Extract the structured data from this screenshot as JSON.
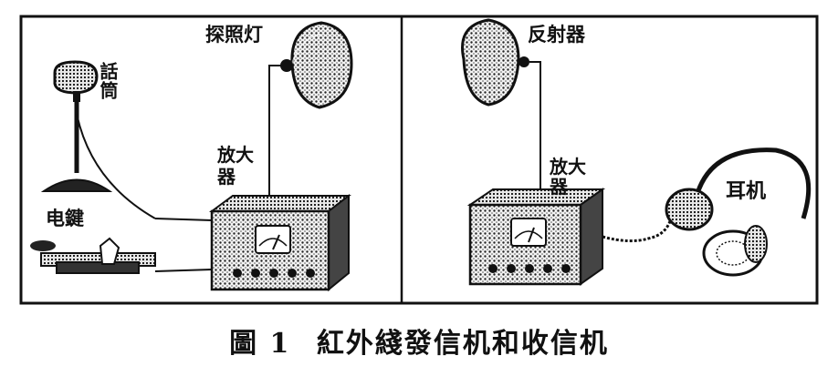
{
  "labels": {
    "searchlight": "探照灯",
    "reflector": "反射器",
    "microphone": "話筒",
    "amplifier_left": "放大器",
    "amplifier_right": "放大器",
    "telegraph_key": "电鍵",
    "earphones": "耳机"
  },
  "caption": {
    "figure_no": "圖 1",
    "title": "紅外綫發信机和收信机"
  }
}
